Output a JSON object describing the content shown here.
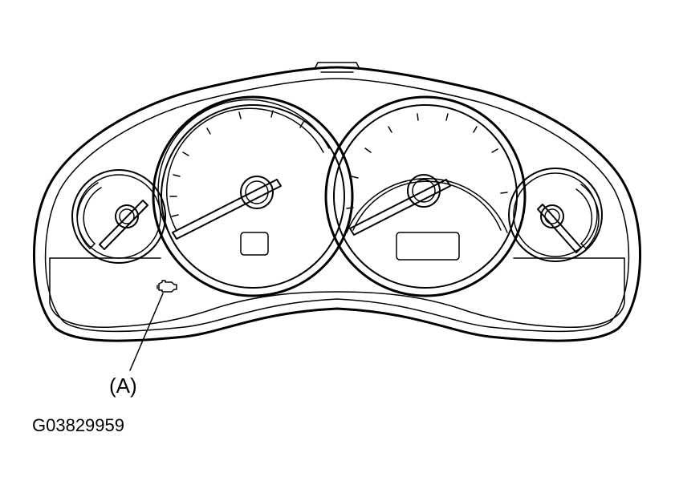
{
  "figure": {
    "callouts": [
      {
        "id": "A",
        "label": "(A)",
        "target": "check-engine-warning-light"
      }
    ],
    "figure_id": "G03829959",
    "icons": {
      "warning_light": "check-engine-icon"
    },
    "colors": {
      "line": "#000000",
      "background": "#ffffff"
    }
  }
}
